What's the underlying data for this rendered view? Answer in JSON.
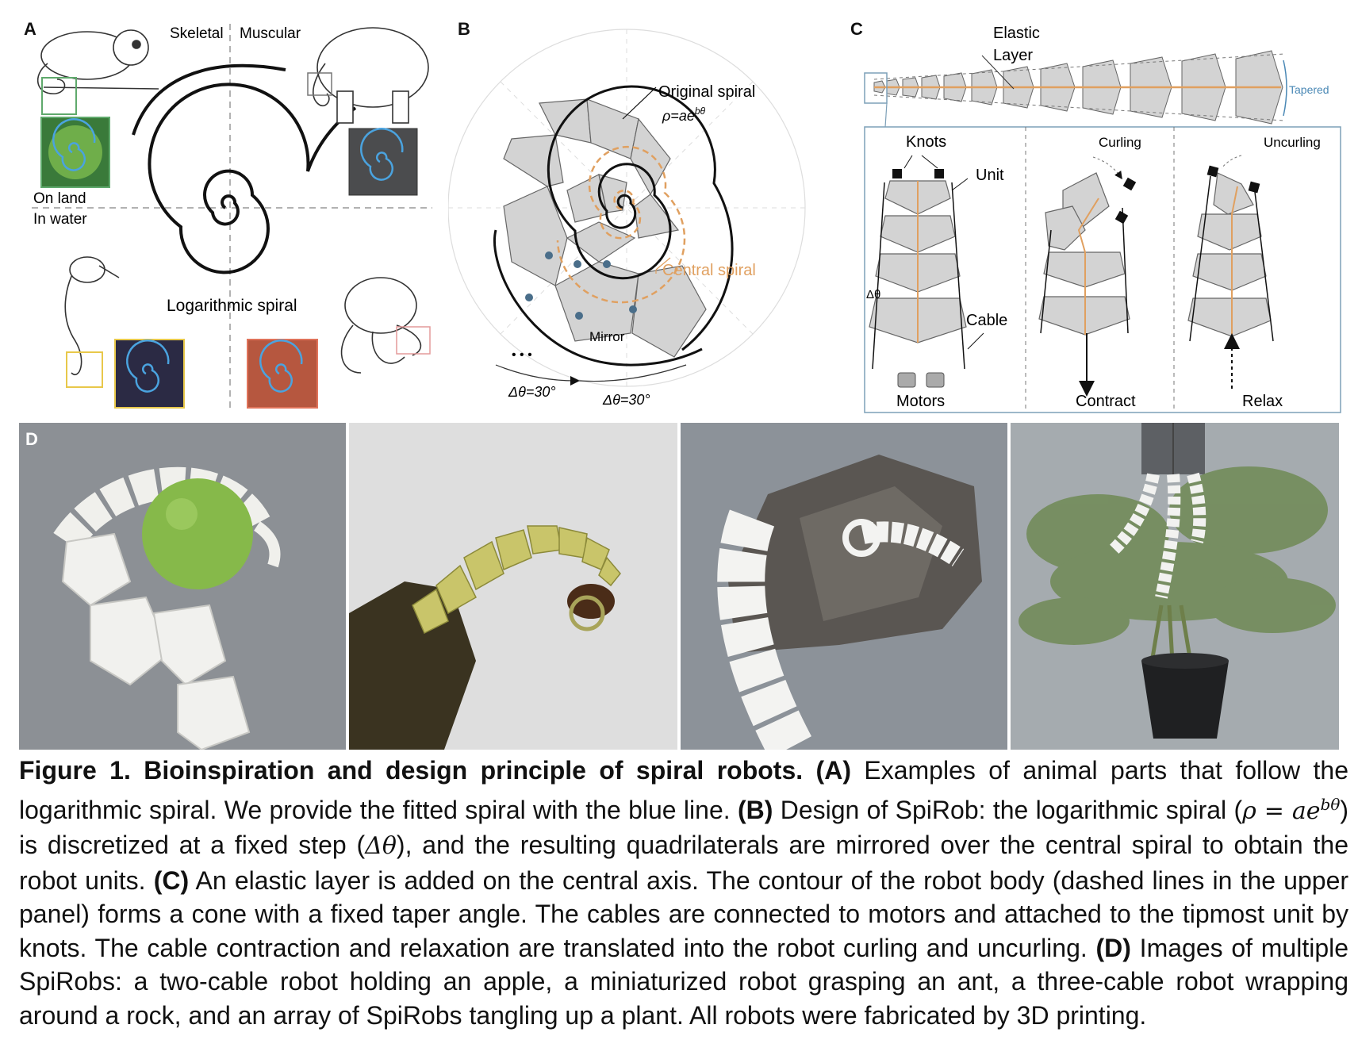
{
  "panel_a": {
    "label": "A",
    "skeletal": "Skeletal",
    "muscular": "Muscular",
    "on_land": "On land",
    "in_water": "In water",
    "spiral_label": "Logarithmic spiral"
  },
  "panel_b": {
    "label": "B",
    "original_spiral": "Original spiral",
    "formula": "ρ=ae",
    "formula_exp": "bθ",
    "central_spiral": "Central spiral",
    "mirror": "Mirror",
    "dots": "• • •",
    "delta_left": "Δθ=30°",
    "delta_right": "Δθ=30°"
  },
  "panel_c": {
    "label": "C",
    "elastic": "Elastic",
    "layer": "Layer",
    "tapered": "Tapered",
    "knots": "Knots",
    "unit": "Unit",
    "delta": "Δθ",
    "cable": "Cable",
    "motors": "Motors",
    "curling": "Curling",
    "uncurling": "Uncurling",
    "contract": "Contract",
    "relax": "Relax"
  },
  "panel_d": {
    "label": "D"
  },
  "caption": {
    "fig": "Figure 1. Bioinspiration and design principle of spiral robots.",
    "a_label": "(A)",
    "a_text": "Examples of animal parts that follow the logarithmic spiral. We provide the fitted spiral with the blue line.",
    "b_label": "(B)",
    "b_text1": "Design of SpiRob: the logarithmic spiral (",
    "b_formula": "ρ = ae",
    "b_formula_exp": "bθ",
    "b_text2": ") is discretized at a fixed step (",
    "b_step": "Δθ",
    "b_text3": "), and the resulting quadrilaterals are mirrored over the central spiral to obtain the robot units.",
    "c_label": "(C)",
    "c_text": "An elastic layer is added on the central axis. The contour of the robot body (dashed lines in the upper panel) forms a cone with a fixed taper angle. The cables are connected to motors and attached to the tipmost unit by knots. The cable contraction and relaxation are translated into the robot curling and uncurling.",
    "d_label": "(D)",
    "d_text": "Images of multiple SpiRobs: a two-cable robot holding an apple, a miniaturized robot grasping an ant, a three-cable robot wrapping around a rock, and an array of SpiRobs tangling up a plant. All robots were fabricated by 3D printing."
  },
  "colors": {
    "unit_fill": "#d3d3d3",
    "orange": "#e0a060",
    "blue": "#4a88b5",
    "photo1_bg": "#8a8d92",
    "photo2_bg": "#dcdcda",
    "photo3_bg": "#8a9098",
    "photo4_bg": "#a6acb0"
  }
}
